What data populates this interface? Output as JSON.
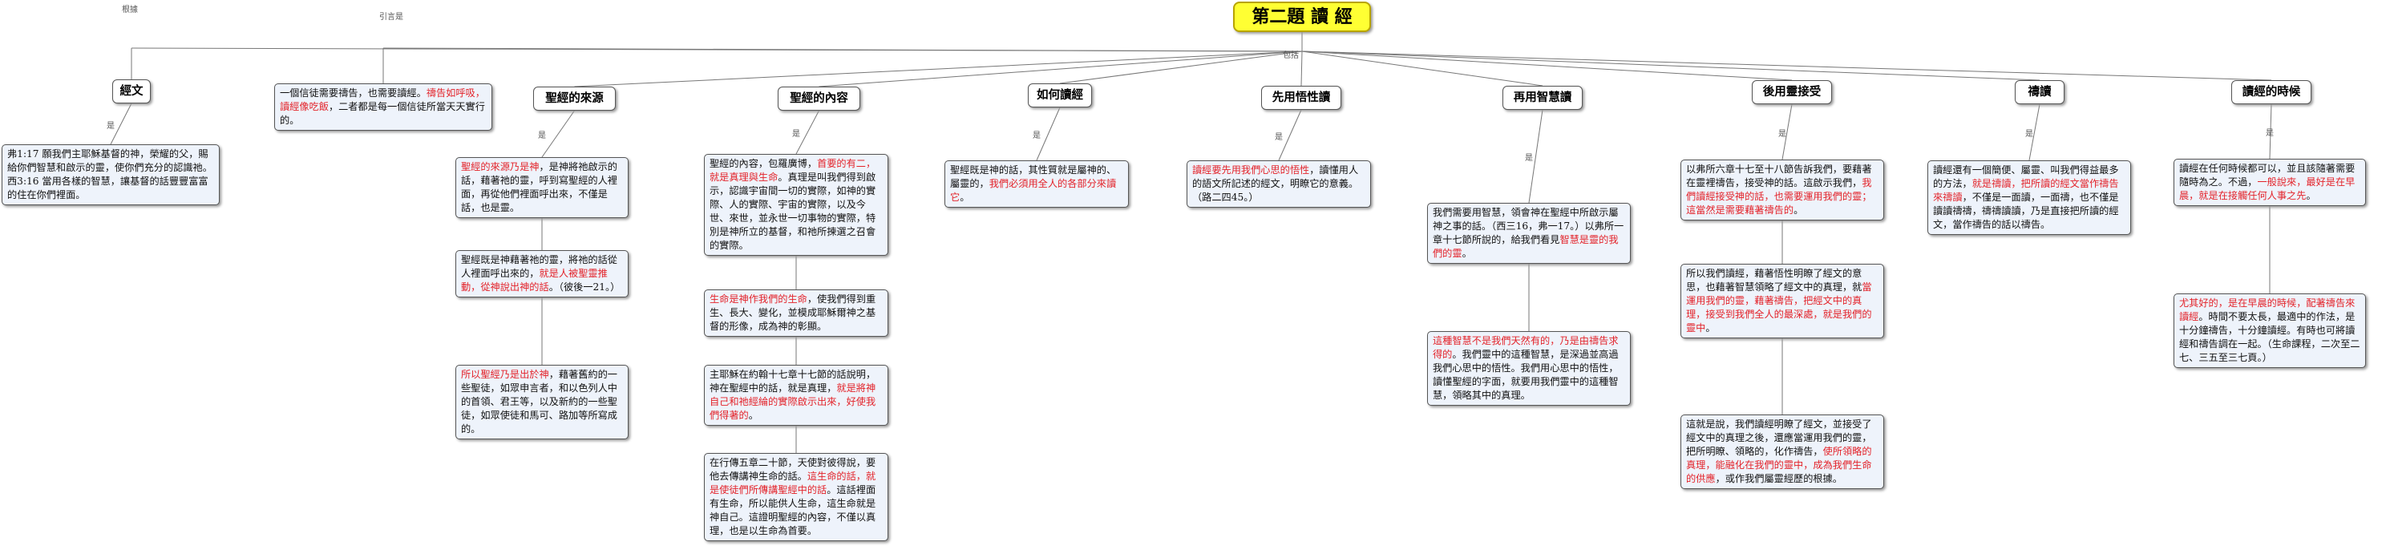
{
  "root": {
    "title": "第二題 讀 經"
  },
  "edge_labels": {
    "basis": "根據",
    "quote": "引言是",
    "leads": "包括",
    "desc": "是"
  },
  "nodes": {
    "jingwen": {
      "title": "經文",
      "segments": [
        {
          "t": "弗1:17 願我們主耶穌基督的神，榮耀的父，賜給你們智慧和啟示的靈，使你們充分的認識祂。",
          "r": false
        },
        {
          "t": "西3:16 當用各樣的智慧，讓基督的話豐豐富富的住在你們裡面。",
          "r": false
        }
      ]
    },
    "intro": {
      "segments": [
        {
          "t": "一個信徒需要禱告，也需要讀經。",
          "r": false
        },
        {
          "t": "禱告如呼吸，讀經像吃飯",
          "r": true
        },
        {
          "t": "，二者都是每一個信徒所當天天實行的。",
          "r": false
        }
      ]
    },
    "laiyuan": {
      "title": "聖經的來源",
      "boxes": [
        [
          {
            "t": "聖經的來源乃是神",
            "r": true
          },
          {
            "t": "，是神將祂啟示的話，藉著祂的靈，呼到寫聖經的人裡面，再從他們裡面呼出來，不僅是話，也是靈。",
            "r": false
          }
        ],
        [
          {
            "t": "聖經既是神藉著祂的靈，將祂的話從人裡面呼出來的，",
            "r": false
          },
          {
            "t": "就是人被聖靈推動，從神說出神的話",
            "r": true
          },
          {
            "t": "。（彼後一21。）",
            "r": false
          }
        ],
        [
          {
            "t": "所以聖經乃是出於神",
            "r": true
          },
          {
            "t": "，藉著舊約的一些聖徒，如眾申言者，和以色列人中的首領、君王等，以及新約的一些聖徒，如眾使徒和馬可、路加等所寫成的。",
            "r": false
          }
        ]
      ]
    },
    "neirong": {
      "title": "聖經的內容",
      "boxes": [
        [
          {
            "t": "聖經的內容，包羅廣博，",
            "r": false
          },
          {
            "t": "首要的有二，就是真理與生命",
            "r": true
          },
          {
            "t": "。真理是叫我們得到啟示，認識宇宙間一切的實際，如神的實際、人的實際、宇宙的實際，以及今世、來世，並永世一切事物的實際，特別是神所立的基督，和祂所揀選之召會的實際。",
            "r": false
          }
        ],
        [
          {
            "t": "生命是神作我們的生命",
            "r": true
          },
          {
            "t": "，使我們得到重生、長大、變化，並模成耶穌爾神之基督的形像，成為神的彰顯。",
            "r": false
          }
        ],
        [
          {
            "t": "主耶穌在約翰十七章十七節的話說明，神在聖經中的話，就是真理，",
            "r": false
          },
          {
            "t": "就是將神自己和祂經綸的實際啟示出來，好使我們得著的",
            "r": true
          },
          {
            "t": "。",
            "r": false
          }
        ],
        [
          {
            "t": "在行傳五章二十節，天使對彼得說，要他去傳講神生命的話。",
            "r": false
          },
          {
            "t": "這生命的話，就是使徒們所傳講聖經中的話",
            "r": true
          },
          {
            "t": "。這話裡面有生命，所以能供人生命，這生命就是神自己。這證明聖經的內容，不僅以真理，也是以生命為首要。",
            "r": false
          }
        ]
      ]
    },
    "ruhe": {
      "title": "如何讀經",
      "boxes": [
        [
          {
            "t": "聖經既是神的話，其性質就是屬神的、屬靈的，",
            "r": false
          },
          {
            "t": "我們必須用全人的各部分來讀它",
            "r": true
          },
          {
            "t": "。",
            "r": false
          }
        ]
      ]
    },
    "xianyong": {
      "title": "先用悟性讀",
      "boxes": [
        [
          {
            "t": "讀經要先用我們心思的悟性",
            "r": true
          },
          {
            "t": "，讀懂用人的語文所記述的經文，明瞭它的意義。（路二四45。）",
            "r": false
          }
        ]
      ]
    },
    "zaiyong": {
      "title": "再用智慧讀",
      "boxes": [
        [
          {
            "t": "我們需要用智慧，領會神在聖經中所啟示屬神之事的話。（西三16，弗一17。）以弗所一章十七節所說的，給我們看見",
            "r": false
          },
          {
            "t": "智慧是靈的我們的靈",
            "r": true
          },
          {
            "t": "。",
            "r": false
          }
        ],
        [
          {
            "t": "這種智慧不是我們天然有的，乃是由禱告求得的",
            "r": true
          },
          {
            "t": "。我們靈中的這種智慧，是深過並高過我們心思中的悟性。我們用心思中的悟性，讀懂聖經的字面，就要用我們靈中的這種智慧，領略其中的真理。",
            "r": false
          }
        ]
      ]
    },
    "houyong": {
      "title": "後用靈接受",
      "boxes": [
        [
          {
            "t": "以弗所六章十七至十八節告訴我們，要藉著在靈裡禱告，接受神的話。這啟示我們，",
            "r": false
          },
          {
            "t": "我們讀經接受神的話，也需要運用我們的靈；這當然是需要藉著禱告的",
            "r": true
          },
          {
            "t": "。",
            "r": false
          }
        ],
        [
          {
            "t": "所以我們讀經，藉著悟性明瞭了經文的意思，也藉著智慧領略了經文中的真理，就",
            "r": false
          },
          {
            "t": "當運用我們的靈，藉著禱告，把經文中的真理，接受到我們全人的最深處，就是我們的靈中",
            "r": true
          },
          {
            "t": "。",
            "r": false
          }
        ],
        [
          {
            "t": "這就是說，我們讀經明瞭了經文，並接受了經文中的真理之後，還應當運用我們的靈，把所明瞭、領略的，化作禱告，",
            "r": false
          },
          {
            "t": "使所領略的真理，能融化在我們的靈中，成為我們生命的供應",
            "r": true
          },
          {
            "t": "，或作我們屬靈經歷的根據。",
            "r": false
          }
        ]
      ]
    },
    "daodu": {
      "title": "禱讀",
      "boxes": [
        [
          {
            "t": "讀經還有一個簡便、屬靈、叫我們得益最多的方法，",
            "r": false
          },
          {
            "t": "就是禱讀，把所讀的經文當作禱告來禱讀",
            "r": true
          },
          {
            "t": "，不僅是一面讀，一面禱，也不僅是讀讀禱禱，禱禱讀讀，乃是直接把所讀的經文，當作禱告的話以禱告。",
            "r": false
          }
        ]
      ]
    },
    "shihou": {
      "title": "讀經的時候",
      "boxes": [
        [
          {
            "t": "讀經在任何時候都可以，並且該隨著需要隨時為之。不過，",
            "r": false
          },
          {
            "t": "一般說來，最好是在早晨，就是在接觸任何人事之先",
            "r": true
          },
          {
            "t": "。",
            "r": false
          }
        ],
        [
          {
            "t": "尤其好的，是在早晨的時候，配著禱告來讀經",
            "r": true
          },
          {
            "t": "。時間不要太長，最適中的作法，是十分鐘禱告，十分鐘讀經。有時也可將讀經和禱告調在一起。（生命課程，二次至二七、三五至三七頁。）",
            "r": false
          }
        ]
      ]
    }
  }
}
